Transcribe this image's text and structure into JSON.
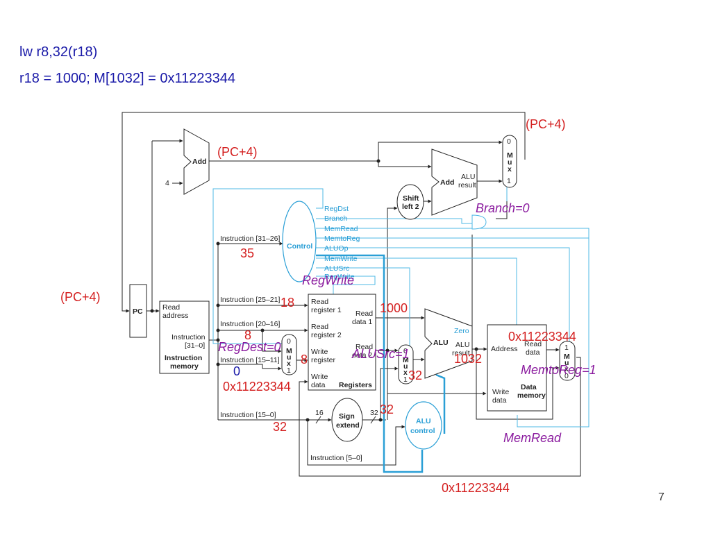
{
  "header": {
    "line1": "lw r8,32(r18)",
    "line2": "r18 = 1000; M[1032] = 0x11223344"
  },
  "page_number": "7",
  "blocks": {
    "pc": "PC",
    "add1": "Add",
    "const4": "4",
    "add2": "Add",
    "add2_result": [
      "ALU",
      "result"
    ],
    "mux_top": [
      "0",
      "M",
      "u",
      "x",
      "1"
    ],
    "shift": [
      "Shift",
      "left 2"
    ],
    "control": "Control",
    "imem_read": [
      "Read",
      "address"
    ],
    "imem_instr": [
      "Instruction",
      "[31–0]"
    ],
    "imem_title": [
      "Instruction",
      "memory"
    ],
    "reg_read1": [
      "Read",
      "register 1"
    ],
    "reg_read2": [
      "Read",
      "register 2"
    ],
    "reg_write_reg": [
      "Write",
      "register"
    ],
    "reg_write_data": [
      "Write",
      "data"
    ],
    "reg_data1": [
      "Read",
      "data 1"
    ],
    "reg_data2": [
      "Read",
      "data 2"
    ],
    "reg_title": "Registers",
    "mux_regdst": [
      "0",
      "M",
      "u",
      "x",
      "1"
    ],
    "mux_alusrc": [
      "0",
      "M",
      "u",
      "x",
      "1"
    ],
    "alu": "ALU",
    "alu_zero": "Zero",
    "alu_result": [
      "ALU",
      "result"
    ],
    "dmem_address": "Address",
    "dmem_read": [
      "Read",
      "data"
    ],
    "dmem_write": [
      "Write",
      "data"
    ],
    "dmem_title": [
      "Data",
      "memory"
    ],
    "mux_memtoreg": [
      "1",
      "M",
      "u",
      "x",
      "0"
    ],
    "sign_extend": [
      "Sign",
      "extend"
    ],
    "alu_control": [
      "ALU",
      "control"
    ],
    "bits16": "16",
    "bits32": "32"
  },
  "control_signals": [
    "RegDst",
    "Branch",
    "MemRead",
    "MemtoReg",
    "ALUOp",
    "MemWrite",
    "ALUSrc",
    "RegWrite"
  ],
  "instr_fields": {
    "f31_26": "Instruction [31–26]",
    "f25_21": "Instruction [25–21]",
    "f20_16": "Instruction [20–16]",
    "f15_11": "Instruction [15–11]",
    "f15_0": "Instruction [15–0]",
    "f5_0": "Instruction [5–0]"
  },
  "annotations": {
    "pc4_top": "(PC+4)",
    "pc4_add": "(PC+4)",
    "pc4_left": "(PC+4)",
    "branch": "Branch=0",
    "opcode": "35",
    "regwrite": "RegWrite",
    "rs": "18",
    "rs_value": "1000",
    "rt": "8",
    "rt_to_mux": "8",
    "regdest": "RegDest=0",
    "mux_zero": "0",
    "alusrc": "ALUSrc=1",
    "alu_result": "1032",
    "imm_to_alu": "32",
    "imm_extended": "32",
    "imm": "32",
    "mem_data": "0x11223344",
    "memtoreg": "MemtoReg=1",
    "write_data": "0x11223344",
    "memread": "MemRead",
    "bottom_value": "0x11223344"
  }
}
